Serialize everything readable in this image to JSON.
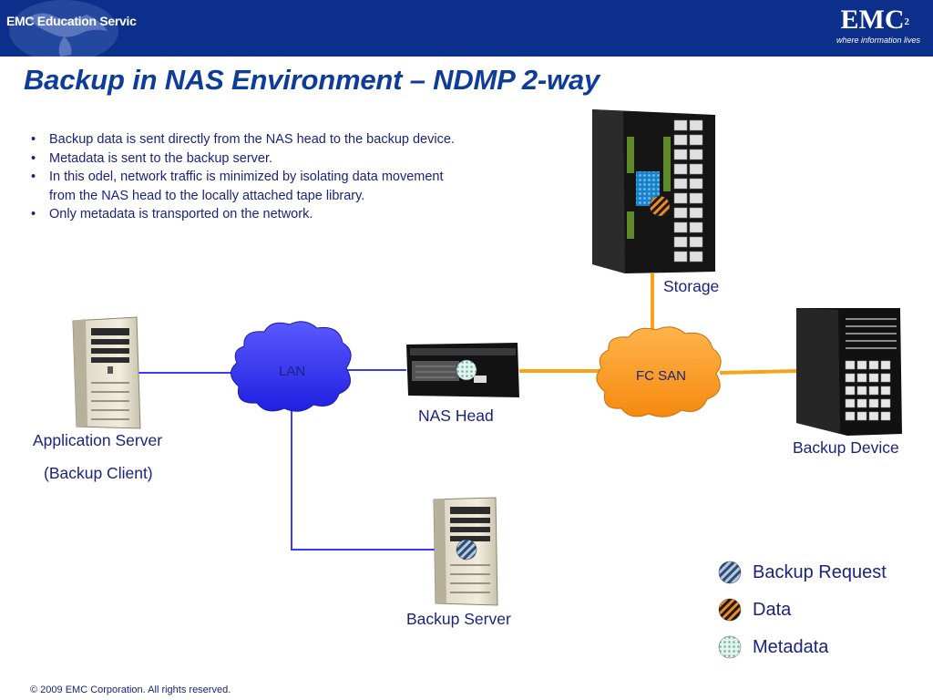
{
  "header": {
    "left_logo_text": "EMC Education Services",
    "brand_word": "EMC",
    "brand_superscript": "2",
    "brand_tagline": "where information lives"
  },
  "title": "Backup in NAS Environment – NDMP 2-way",
  "bullets": [
    "Backup data is sent directly from the NAS head to the backup device.",
    "Metadata is sent to the backup server.",
    "In this odel, network traffic is minimized by isolating data movement from the NAS head to the locally attached tape library.",
    "Only metadata is transported on the network."
  ],
  "diagram": {
    "nodes": {
      "storage": "Storage",
      "lan": "LAN",
      "fc_san": "FC SAN",
      "nas_head": "NAS Head",
      "application_server": "Application Server",
      "application_server_sub": "(Backup Client)",
      "backup_device": "Backup Device",
      "backup_server": "Backup Server"
    },
    "colors": {
      "lan_cloud": "#3333ff",
      "fc_san_cloud": "#ff9a1a",
      "lan_link": "#3a3aff",
      "san_link": "#f7a31c"
    }
  },
  "legend": [
    {
      "label": "Backup Request",
      "icon": "backup-request-icon",
      "color": "#4a6a9a"
    },
    {
      "label": "Data",
      "icon": "data-icon",
      "color": "#e87b1e"
    },
    {
      "label": "Metadata",
      "icon": "metadata-icon",
      "color": "#9fd0c0"
    }
  ],
  "footer": "© 2009 EMC Corporation. All rights reserved."
}
